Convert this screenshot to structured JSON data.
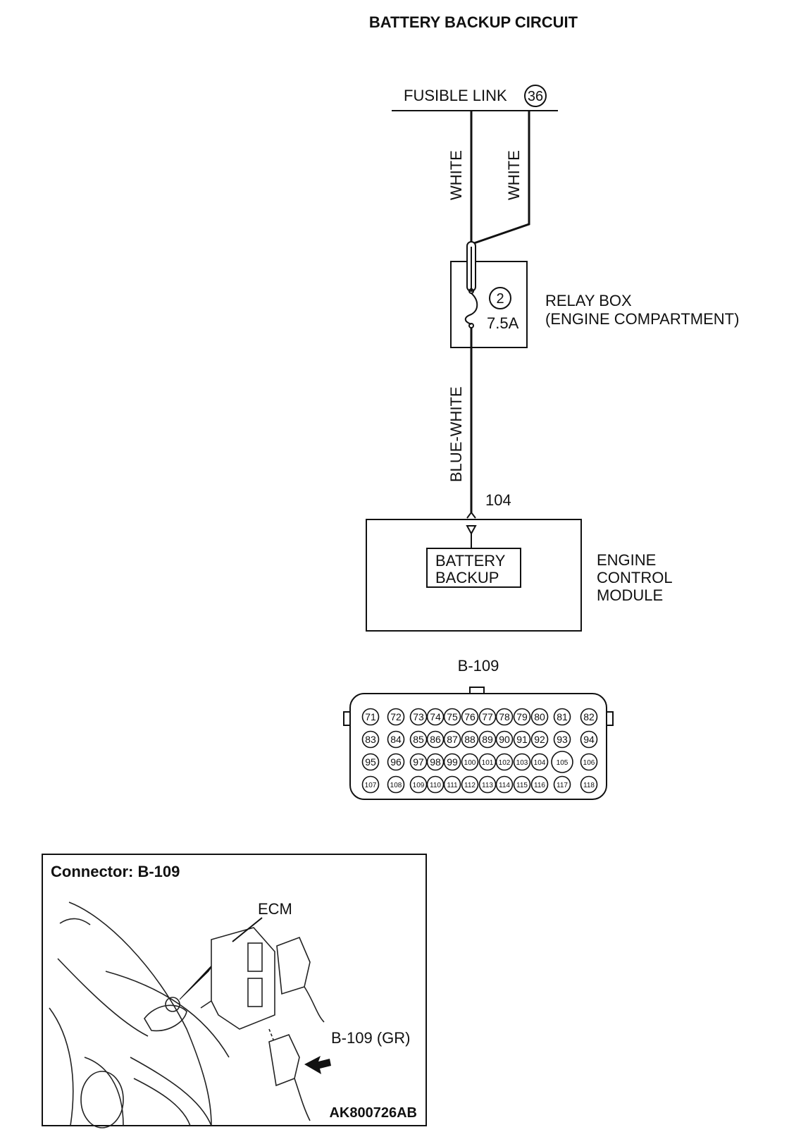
{
  "title": "BATTERY BACKUP CIRCUIT",
  "fusible_link": {
    "label": "FUSIBLE LINK",
    "number": "36"
  },
  "wires": {
    "left_color": "WHITE",
    "right_color": "WHITE",
    "lower_color": "BLUE-WHITE"
  },
  "relay_box": {
    "fuse_number": "2",
    "fuse_rating": "7.5A",
    "label_line1": "RELAY BOX",
    "label_line2": "(ENGINE COMPARTMENT)"
  },
  "ecm": {
    "pin": "104",
    "inner_line1": "BATTERY",
    "inner_line2": "BACKUP",
    "label_line1": "ENGINE",
    "label_line2": "CONTROL",
    "label_line3": "MODULE"
  },
  "connector": {
    "name": "B-109",
    "rows": [
      [
        "71",
        "72",
        "73",
        "74",
        "75",
        "76",
        "77",
        "78",
        "79",
        "80",
        "81",
        "82"
      ],
      [
        "83",
        "84",
        "85",
        "86",
        "87",
        "88",
        "89",
        "90",
        "91",
        "92",
        "93",
        "94"
      ],
      [
        "95",
        "96",
        "97",
        "98",
        "99",
        "100",
        "101",
        "102",
        "103",
        "104",
        "105",
        "106"
      ],
      [
        "107",
        "108",
        "109",
        "110",
        "111",
        "112",
        "113",
        "114",
        "115",
        "116",
        "117",
        "118"
      ]
    ],
    "highlighted_pin": "105"
  },
  "inset": {
    "title": "Connector: B-109",
    "ecm_label": "ECM",
    "connector_label": "B-109 (GR)",
    "code": "AK800726AB"
  }
}
